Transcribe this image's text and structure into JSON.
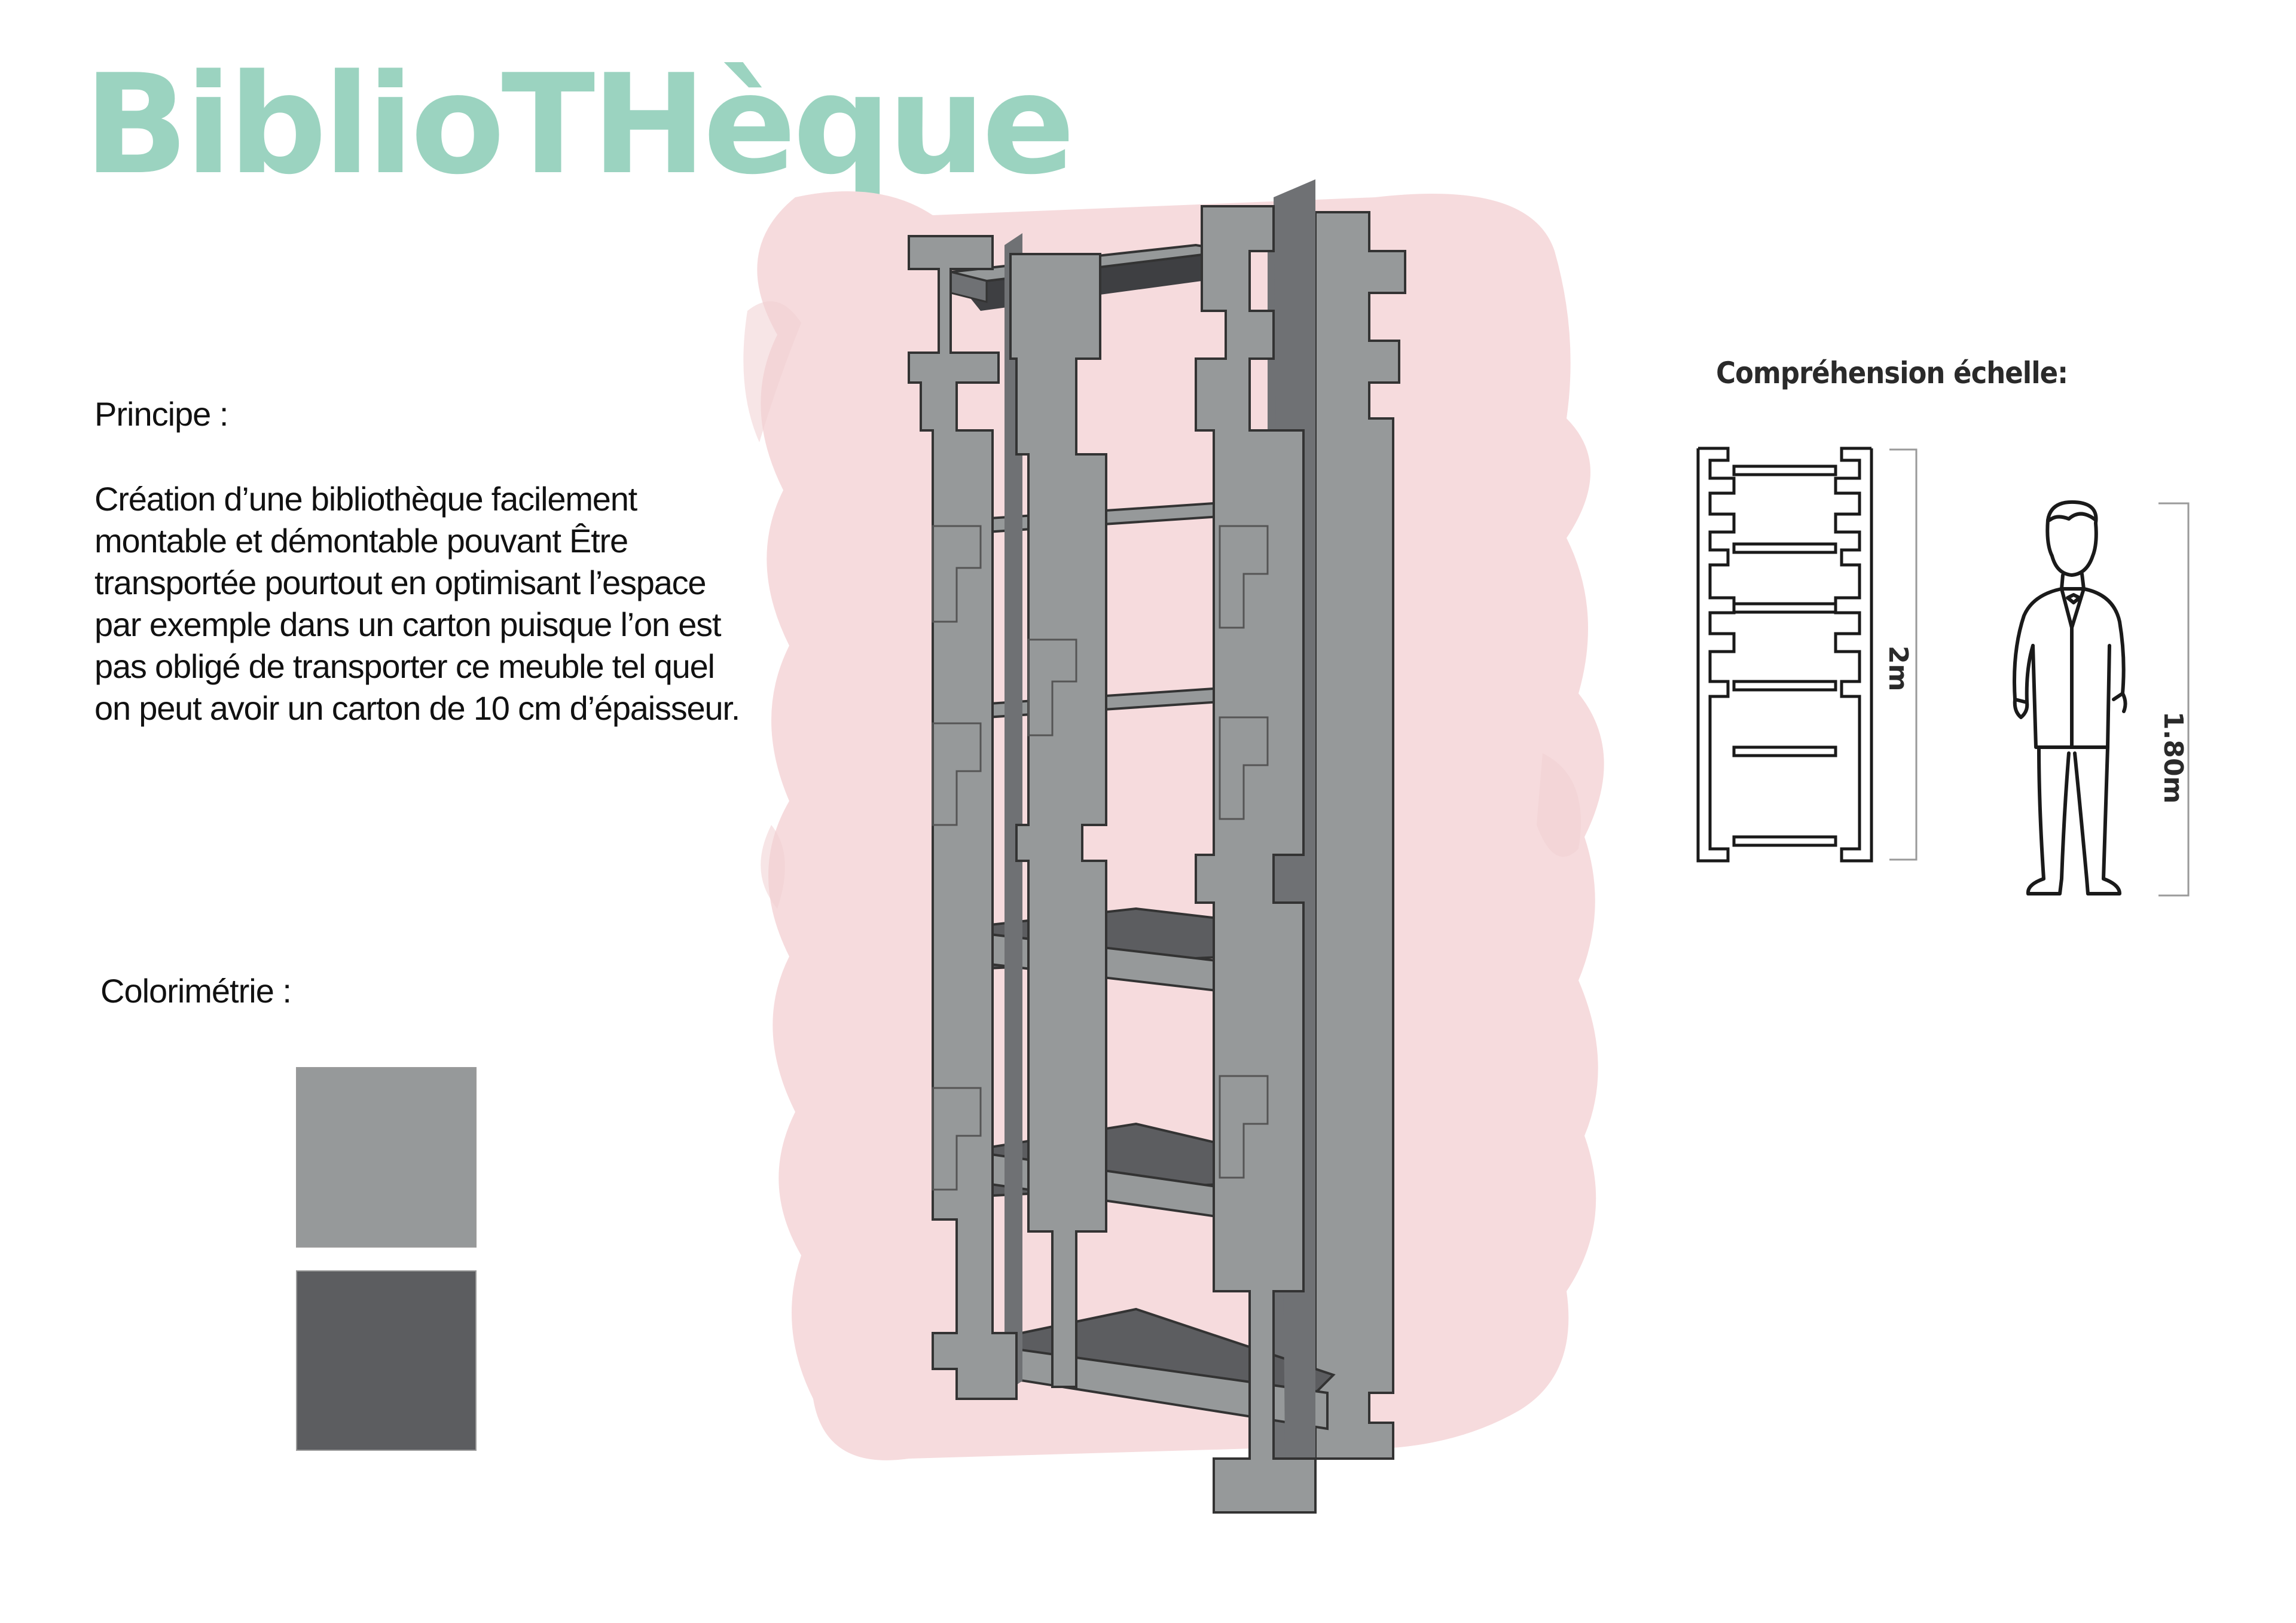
{
  "title": "BiblioTHèque",
  "principe": {
    "heading": "Principe :",
    "text": "Création d’une bibliothèque facilement montable et démontable pouvant Être transportée pourtout en optimisant l’espace par exemple dans un carton puisque l’on est pas obligé de transporter ce meuble tel quel on peut avoir un carton de 10 cm d’épaisseur."
  },
  "colorimetrie": {
    "heading": "Colorimétrie :",
    "swatches": [
      {
        "name": "light-grey",
        "color": "#96999a"
      },
      {
        "name": "dark-grey",
        "color": "#5c5d60"
      }
    ]
  },
  "scale": {
    "heading": "Compréhension échelle:",
    "shelf_height_label": "2m",
    "person_height_label": "1.80m"
  },
  "colors": {
    "title_mint": "#9bd3c0",
    "wash_pink": "#f4d6d9",
    "panel_grey": "#96999a",
    "shelf_dark": "#5c5d60"
  }
}
